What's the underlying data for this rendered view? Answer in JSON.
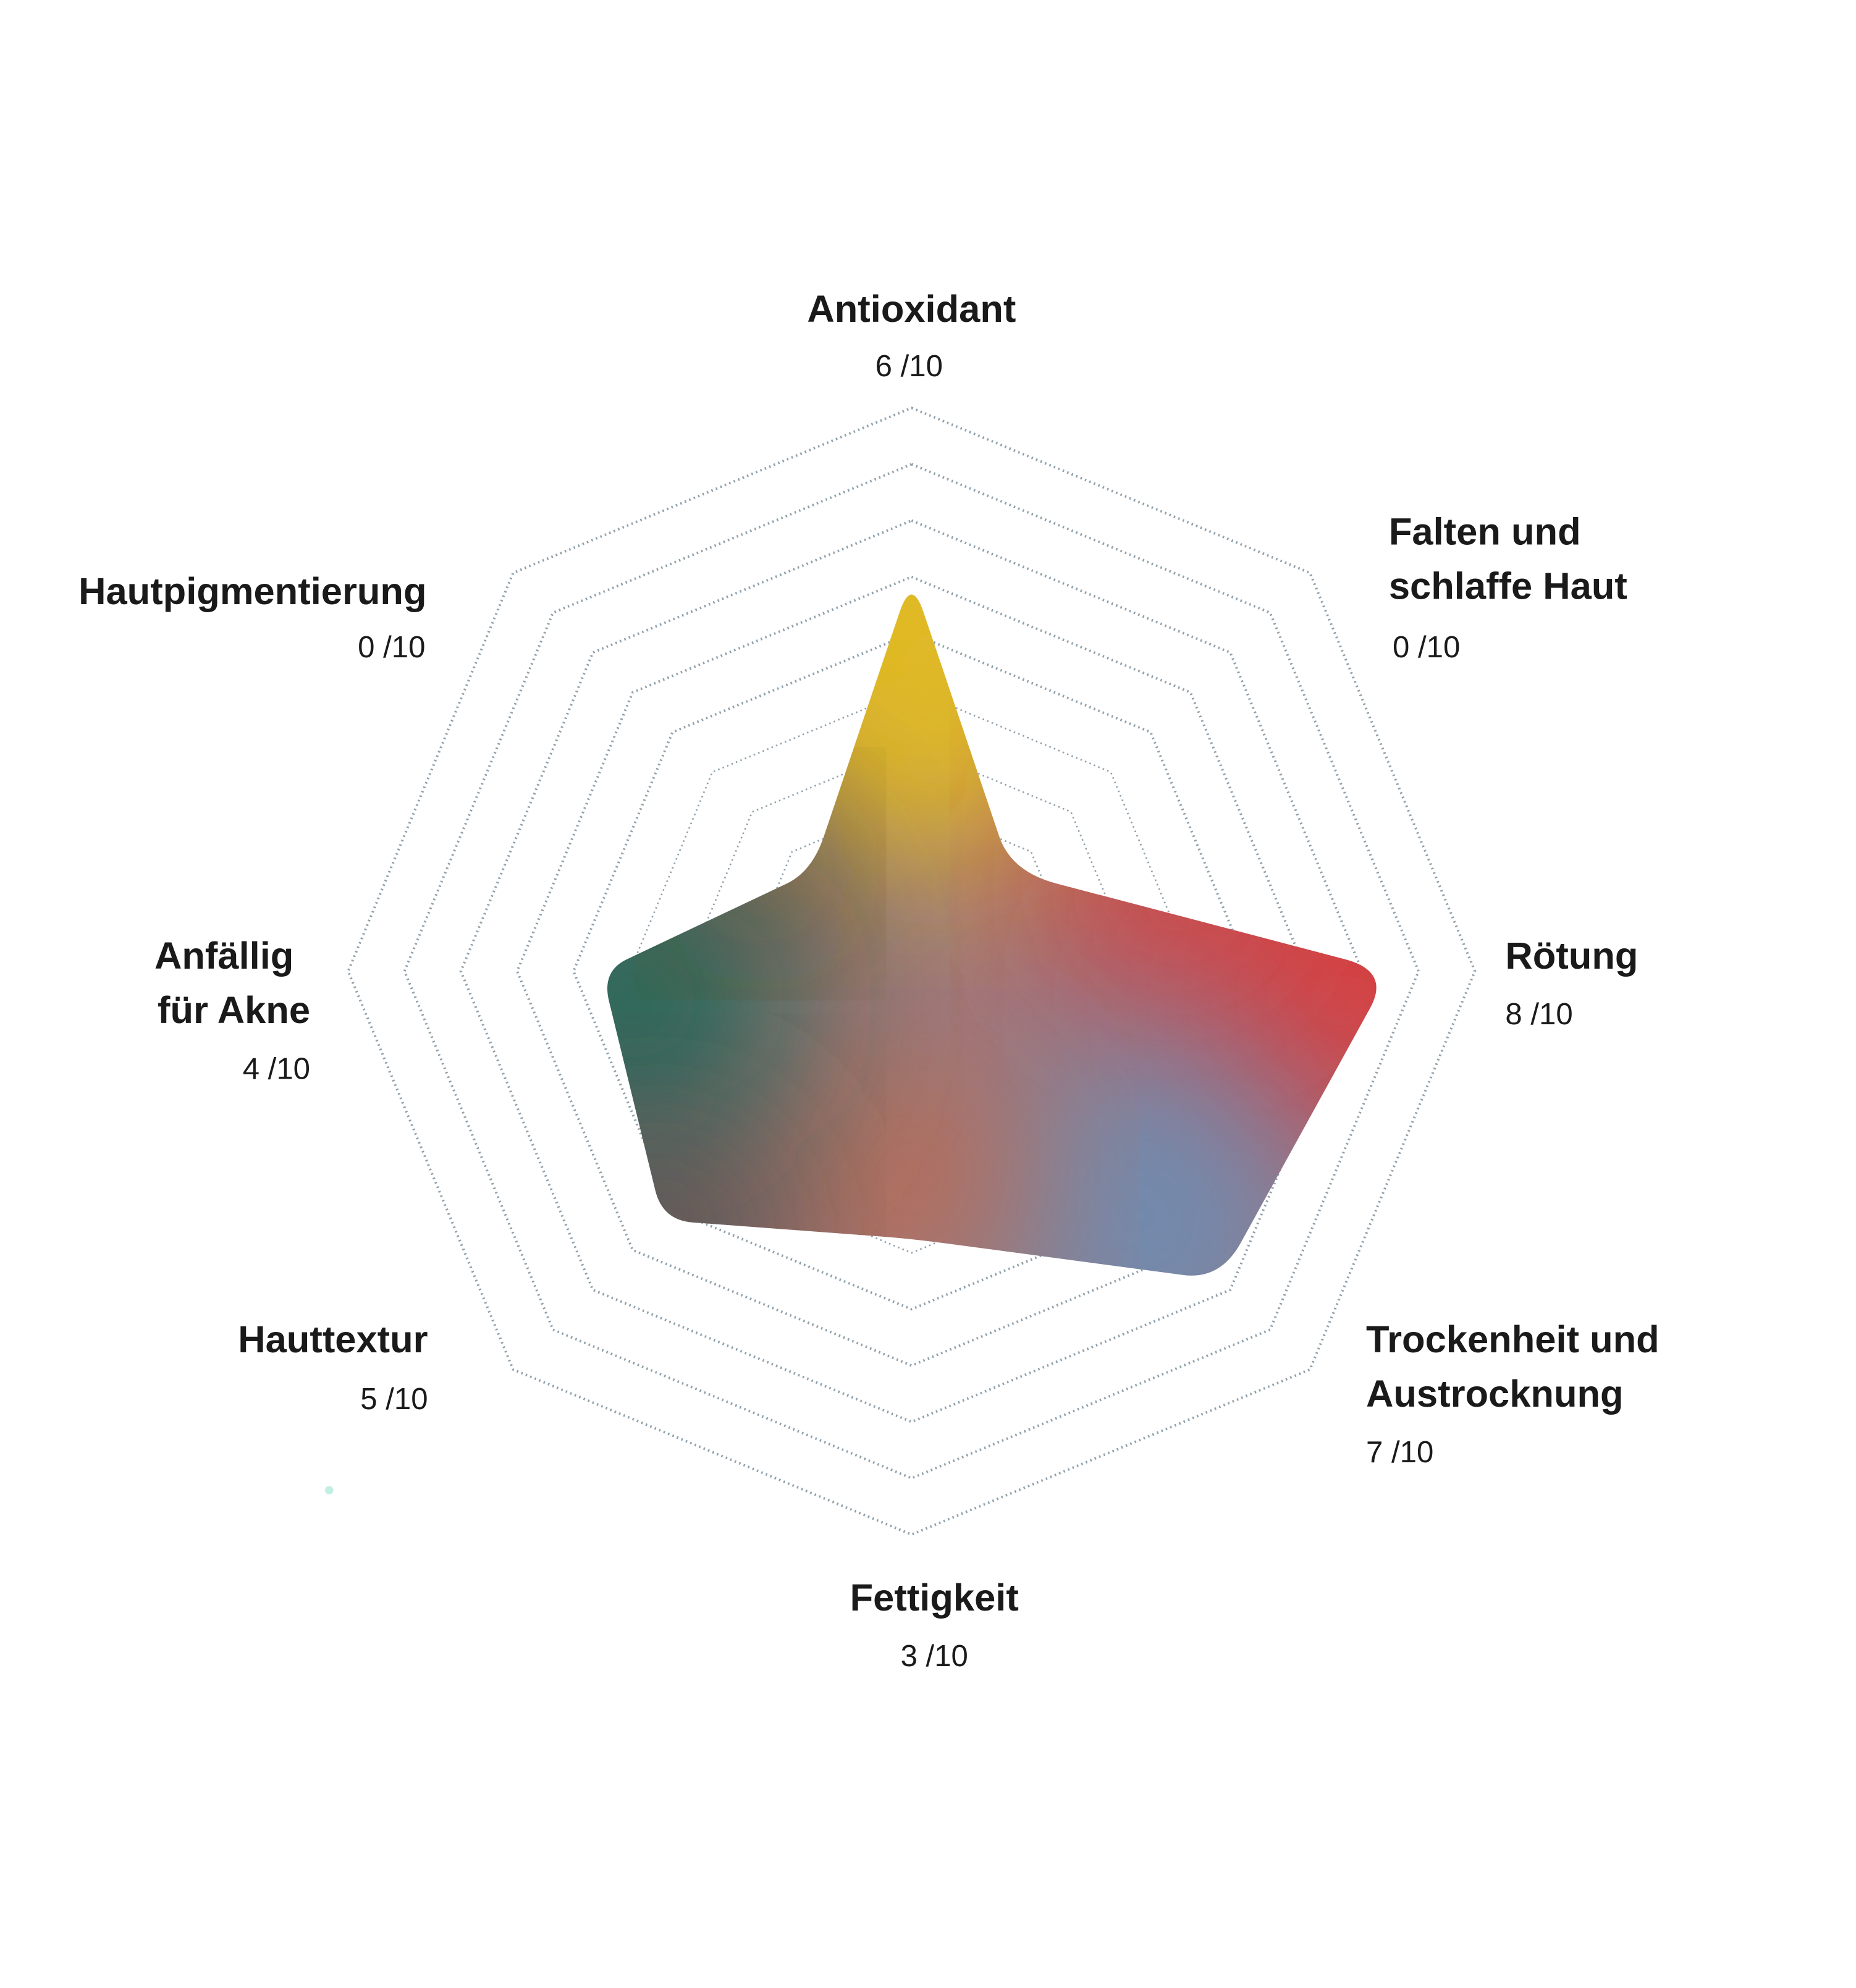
{
  "chart_data": {
    "type": "radar",
    "title": "",
    "scale_max": 10,
    "grid_levels": 10,
    "grid": true,
    "value_suffix": " /10",
    "axes": [
      {
        "label_lines": [
          "Antioxidant"
        ],
        "value": 6,
        "value_text": "6 /10"
      },
      {
        "label_lines": [
          "Falten und",
          "schlaffe Haut"
        ],
        "value": 0,
        "value_text": "0 /10"
      },
      {
        "label_lines": [
          "Rötung"
        ],
        "value": 8,
        "value_text": "8 /10"
      },
      {
        "label_lines": [
          "Trockenheit und",
          "Austrocknung"
        ],
        "value": 7,
        "value_text": "7 /10"
      },
      {
        "label_lines": [
          "Fettigkeit"
        ],
        "value": 3,
        "value_text": "3 /10"
      },
      {
        "label_lines": [
          "Hauttextur"
        ],
        "value": 5,
        "value_text": "5 /10"
      },
      {
        "label_lines": [
          "Anfällig",
          "für Akne"
        ],
        "value": 4,
        "value_text": "4 /10"
      },
      {
        "label_lines": [
          "Hautpigmentierung"
        ],
        "value": 0,
        "value_text": "0 /10"
      }
    ],
    "colors": {
      "grid": "#8fa0ab",
      "yellow": "#e2bc20",
      "red": "#d93c3c",
      "blue": "#6f8bb0",
      "orange": "#c4674a",
      "green": "#1e6656",
      "dark": "#4a4846",
      "base": "#a0787a",
      "dot": "#c3eee2"
    }
  }
}
